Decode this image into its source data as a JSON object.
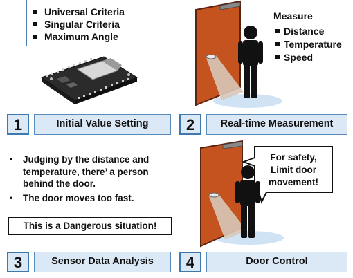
{
  "criteria": [
    "Universal Criteria",
    "Singular Criteria",
    "Maximum Angle"
  ],
  "measure": {
    "title": "Measure",
    "items": [
      "Distance",
      "Temperature",
      "Speed"
    ]
  },
  "steps": [
    {
      "number": "1",
      "label": "Initial Value Setting"
    },
    {
      "number": "2",
      "label": "Real-time Measurement"
    },
    {
      "number": "3",
      "label": "Sensor Data Analysis"
    },
    {
      "number": "4",
      "label": "Door Control"
    }
  ],
  "analysis": {
    "items": [
      "Judging by the distance and temperature, there’ a person behind the door.",
      "The door moves too fast."
    ],
    "warning": "This is a Dangerous situation!"
  },
  "speech_bubble": [
    "For safety,",
    "Limit door",
    "movement!"
  ],
  "colors": {
    "door": "#c4531f",
    "door_border": "#5b2210",
    "step_fill": "#dbe9f6",
    "step_border": "#3f78ad",
    "floor": "#cfe3f5",
    "light_cone": "#d9c6b8"
  }
}
